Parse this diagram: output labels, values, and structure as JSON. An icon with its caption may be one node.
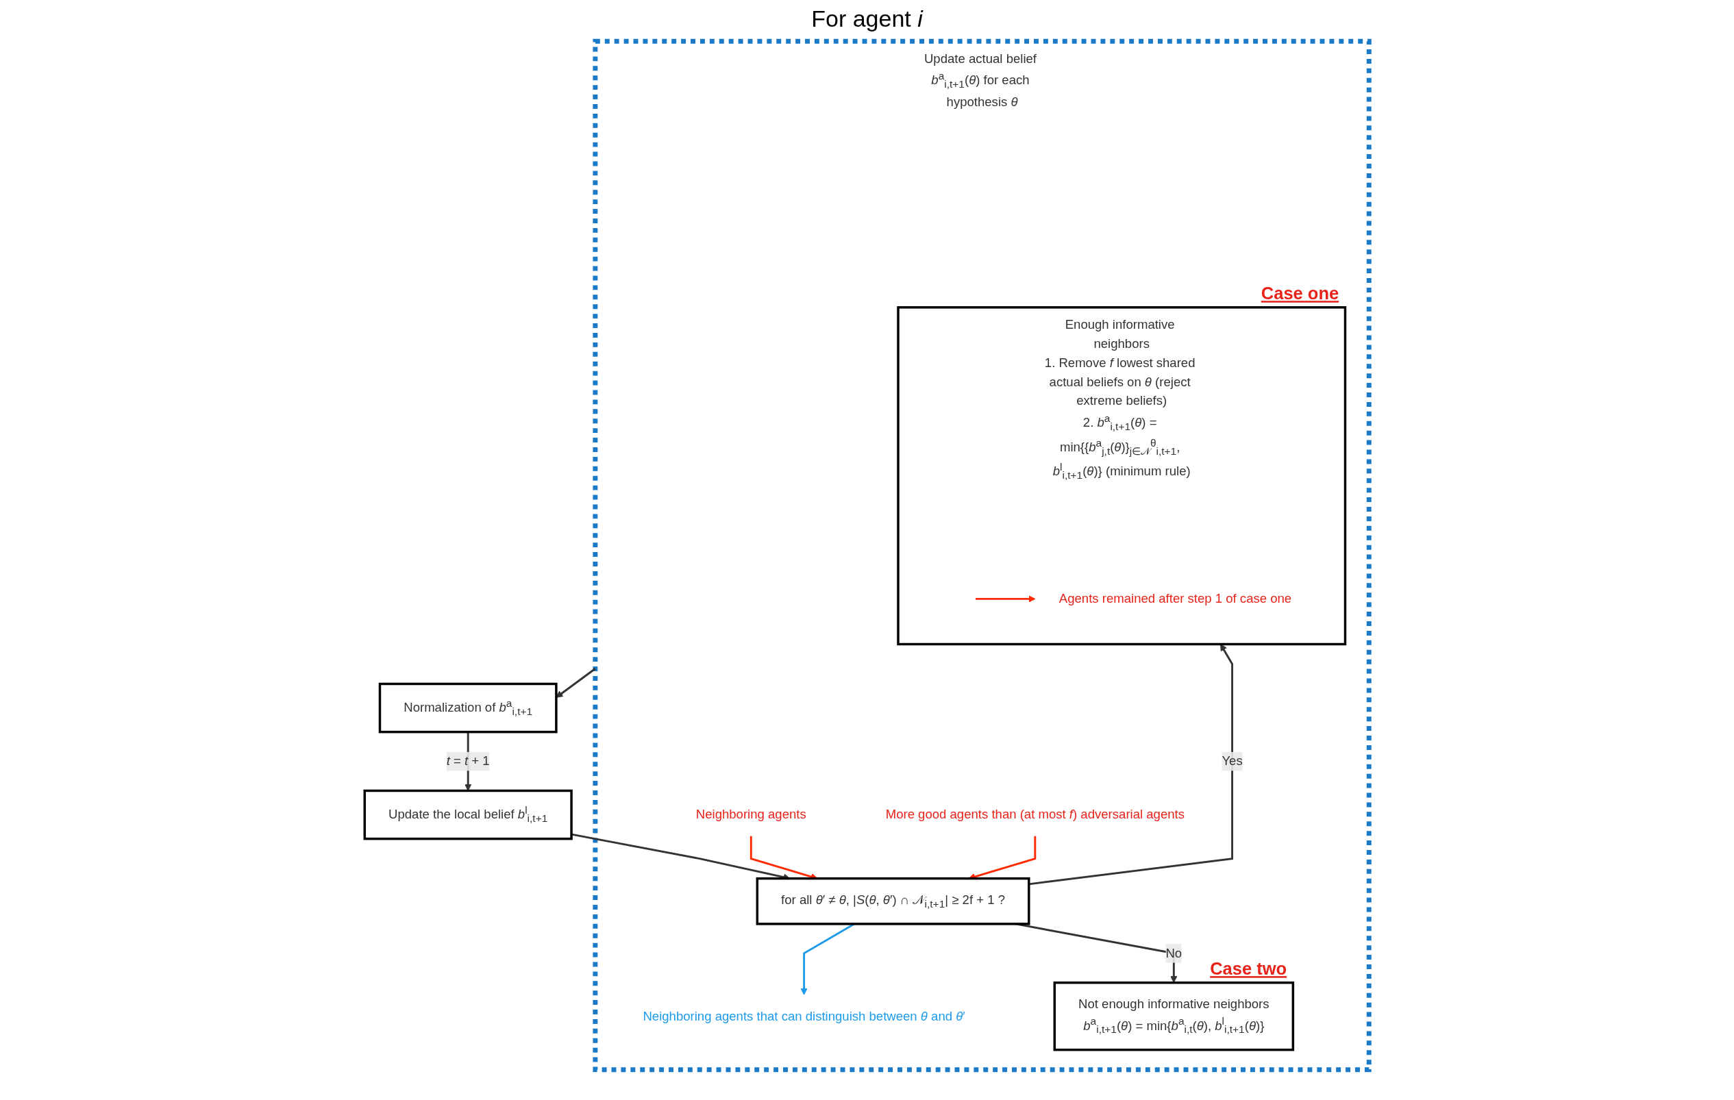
{
  "diagram": {
    "title": "For agent *i*",
    "nodes": [
      {
        "text": [
          "Update the local belief *b*$^{l}$$_{i,t+1}$"
        ]
      },
      {
        "text": [
          "Update actual belief *b*$^{a}$$_{i,t+1}$(*θ*) for each hypothesis *θ*"
        ]
      },
      {
        "text": [
          "for all *θ*′ ≠ *θ*, |*S*(*θ*, *θ*′) ∩ 𝒩$_{i,t+1}$| ≥ 2f + 1 ?"
        ],
        "in": 1
      },
      {
        "text": [
          "Neighboring agents that can distinguish between *θ* and *θ*′"
        ],
        "in": 1
      },
      {
        "text": [
          "Neighboring agents"
        ],
        "in": 1
      },
      {
        "text": [
          "More good agents than (at most *f*) adversarial agents"
        ],
        "in": 1
      },
      {
        "text": [
          "Agents remained after step 1 of case one"
        ],
        "in": 7
      },
      {
        "text": [
          "Enough informative neighbors",
          "1. Remove *f* lowest shared actual beliefs on *θ* (reject extreme beliefs)",
          "2. *b*$^{a}$$_{i,t+1}$(*θ*) = min{{*b*$^{a}$$_{j,t}$(*θ*)}$_{j∈𝒩}$$^{θ}$$_{i,t+1}$, *b*$^{l}$$_{i,t+1}$(*θ*)} (minimum rule)"
        ],
        "beside": [
          "Case one"
        ],
        "in": 1
      },
      {
        "text": [
          "Not enough informative neighbors",
          "*b*$^{a}$$_{i,t+1}$(*θ*) = min{*b*$^{a}$$_{i,t}$(*θ*), *b*$^{l}$$_{i,t+1}$(*θ*)}"
        ],
        "beside": [
          "Case two"
        ],
        "in": 1
      },
      {
        "text": [
          "Normalization of *b*$^{a}$$_{i,t+1}$"
        ]
      }
    ],
    "edges": [
      {
        "from": 0,
        "to": 2,
        "arrow": "to"
      },
      {
        "from": 2,
        "to": 7,
        "arrow": "to",
        "label": "Yes"
      },
      {
        "from": 2,
        "to": 8,
        "arrow": "to",
        "label": "No"
      },
      {
        "from": 2,
        "to": 3,
        "arrow": "to",
        "color": "#1e9be8"
      },
      {
        "from": 4,
        "to": 2,
        "arrow": "to",
        "color": "#ff2a00"
      },
      {
        "from": 5,
        "to": 2,
        "arrow": "to",
        "color": "#ff2a00"
      },
      {
        "from": null,
        "to": 6,
        "arrow": "to",
        "color": "#ff2a00"
      },
      {
        "from": 1,
        "to": 9,
        "arrow": "to"
      },
      {
        "from": 9,
        "to": 0,
        "arrow": "to",
        "label": "*t* = *t* + 1"
      }
    ]
  }
}
